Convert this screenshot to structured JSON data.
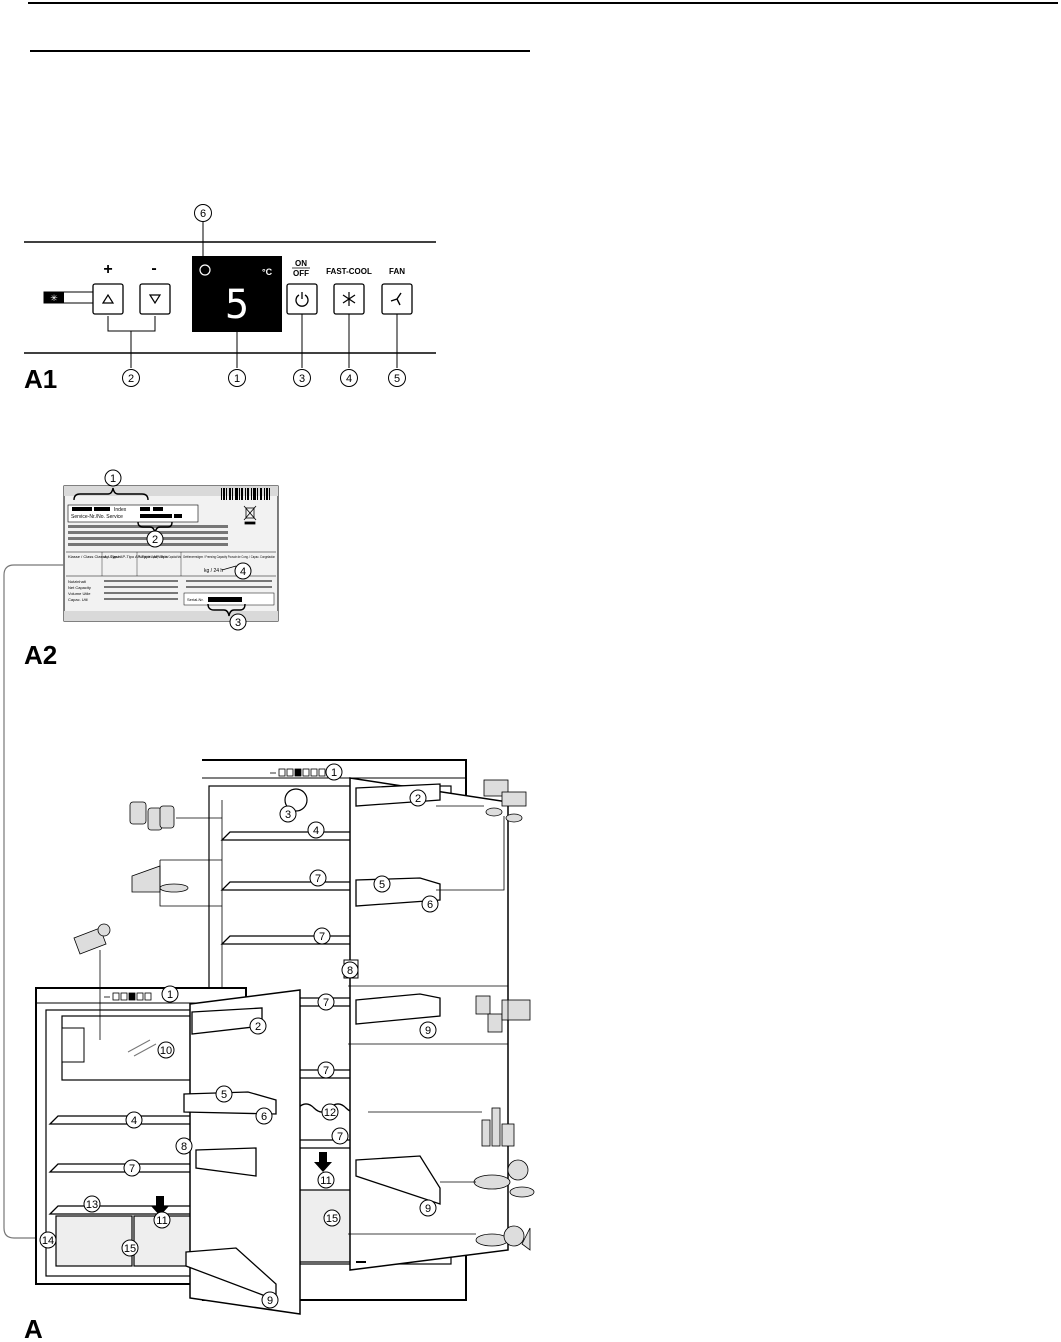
{
  "figures": {
    "a1_label": "A1",
    "a2_label": "A2",
    "a_label": "A"
  },
  "control_panel": {
    "plus_symbol": "+",
    "minus_symbol": "-",
    "display_value": "5",
    "unit": "°C",
    "on_label": "ON",
    "off_label": "OFF",
    "fast_cool_label": "FAST-COOL",
    "fan_label": "FAN",
    "callouts": [
      "6",
      "2",
      "1",
      "3",
      "4",
      "5"
    ]
  },
  "rating_plate": {
    "index_label": "Index",
    "service_label": "Service-Nr./No. Service",
    "class_header": "Klasse / Class Classe / Clase",
    "ap_header": "Ap-Typ / AP-Tipo AP-Type / AP-Tipo",
    "volume_header": "Nutzinhalt / Net Capacity Volume Net / Capacidad Neta",
    "freezing_header": "Gefriervermögen / Freezing Capacity Pouvoir de Cong. / Capac. Congelación",
    "kg_24h": "kg / 24 h",
    "serial_label": "Serial-Nr.",
    "rows_left": [
      "Nutzinhalt",
      "Net Capacity",
      "Volume Utile",
      "Capac. Util"
    ],
    "callouts": [
      "1",
      "2",
      "3",
      "4"
    ]
  },
  "appliance": {
    "callouts_tall": [
      "1",
      "2",
      "3",
      "4",
      "5",
      "6",
      "7",
      "7",
      "8",
      "7",
      "9",
      "7",
      "12",
      "7",
      "11",
      "15",
      "9"
    ],
    "callouts_small": [
      "1",
      "2",
      "10",
      "5",
      "6",
      "4",
      "8",
      "7",
      "13",
      "11",
      "14",
      "15",
      "9"
    ]
  }
}
